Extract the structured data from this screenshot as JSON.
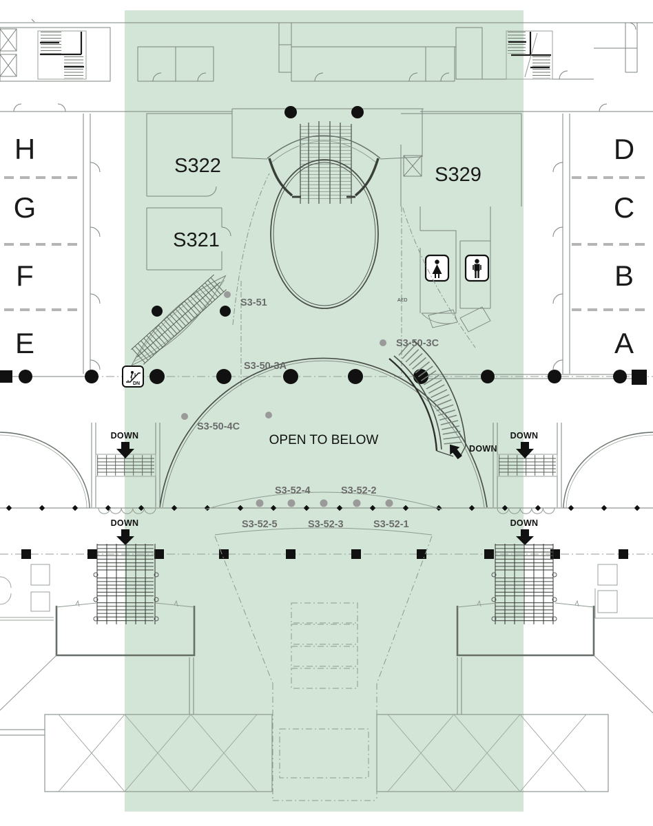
{
  "zones": {
    "left": [
      "H",
      "G",
      "F",
      "E"
    ],
    "right": [
      "D",
      "C",
      "B",
      "A"
    ]
  },
  "rooms": {
    "s322": "S322",
    "s321": "S321",
    "s329": "S329"
  },
  "stairs": {
    "s3_51": "S3-51",
    "s3_50_3a": "S3-50-3A",
    "s3_50_3c": "S3-50-3C",
    "s3_50_4c": "S3-50-4C",
    "s3_52_1": "S3-52-1",
    "s3_52_2": "S3-52-2",
    "s3_52_3": "S3-52-3",
    "s3_52_4": "S3-52-4",
    "s3_52_5": "S3-52-5"
  },
  "annotations": {
    "open_to_below": "OPEN TO BELOW",
    "down": "DOWN",
    "dn": "DN",
    "aed": "AED"
  },
  "colors": {
    "highlight": "#d2e5d6",
    "wall": "#7b847d",
    "dark": "#3f443f",
    "black": "#111111",
    "label_gray": "#6b6b6b",
    "divider_dash": "#b5b5b5",
    "hatch": "#8f9a91"
  }
}
